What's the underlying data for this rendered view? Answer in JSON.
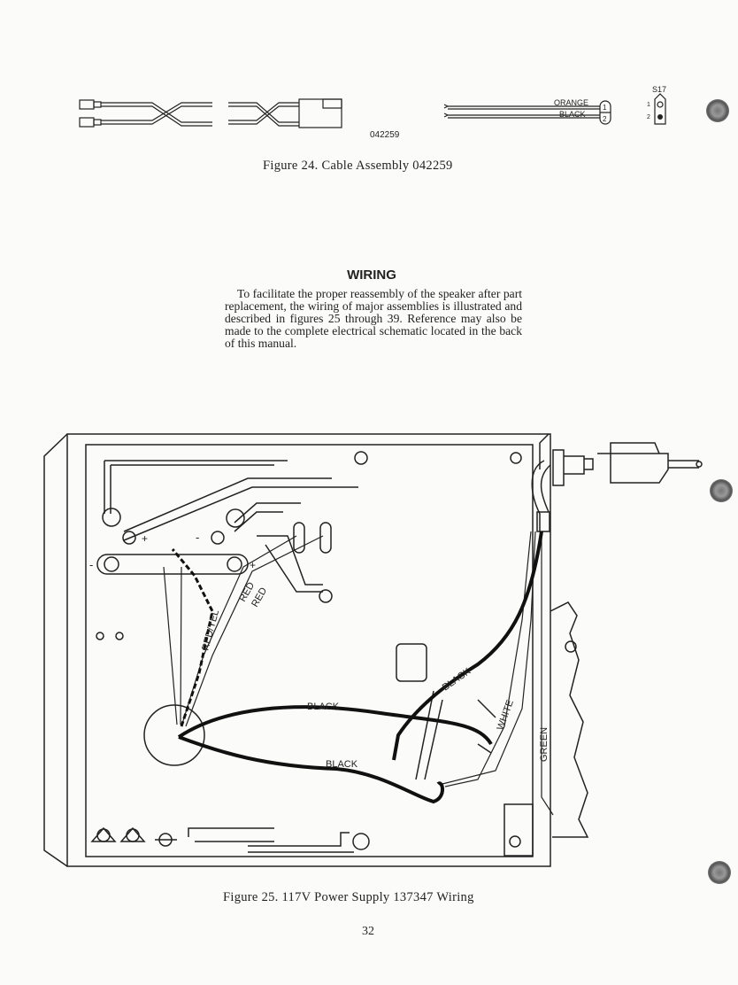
{
  "figure24": {
    "part_number": "042259",
    "wire_labels": [
      "ORANGE",
      "BLACK"
    ],
    "pin_labels": [
      "1",
      "2"
    ],
    "switch_label": "S17",
    "switch_pins": [
      "1",
      "2"
    ],
    "caption": "Figure 24.  Cable Assembly 042259"
  },
  "section": {
    "heading": "WIRING",
    "paragraph": "To facilitate the proper reassembly of the speaker after part replacement, the wiring of major assemblies is illustrated and described in figures 25 through 39. Reference may also be made to the complete electrical schematic located in the back of this manual."
  },
  "figure25": {
    "labels": {
      "plus1": "+",
      "plus2": "+",
      "minus1": "-",
      "minus2": "-",
      "red_yel": "RED/YEL",
      "red1": "RED",
      "red2": "RED",
      "black1": "BLACK",
      "black2": "BLACK",
      "black3": "BLACK",
      "white": "WHITE",
      "green": "GREEN"
    },
    "caption": "Figure 25.  117V Power Supply 137347 Wiring"
  },
  "page_number": "32"
}
